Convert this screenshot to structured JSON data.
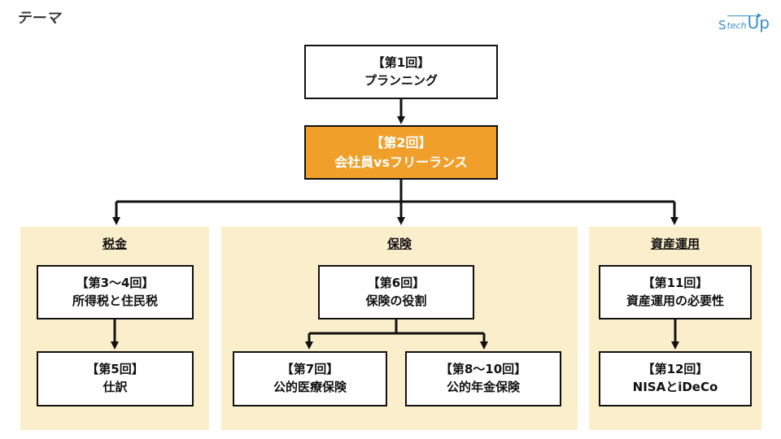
{
  "header": {
    "title": "テーマ",
    "logo": {
      "s": "S",
      "mid": "tech",
      "up": "Up"
    }
  },
  "sessions": {
    "s1": {
      "num": "【第1回】",
      "label": "プランニング"
    },
    "s2": {
      "num": "【第2回】",
      "label": "会社員vsフリーランス"
    },
    "s34": {
      "num": "【第3～4回】",
      "label": "所得税と住民税"
    },
    "s5": {
      "num": "【第5回】",
      "label": "仕訳"
    },
    "s6": {
      "num": "【第6回】",
      "label": "保険の役割"
    },
    "s7": {
      "num": "【第7回】",
      "label": "公的医療保険"
    },
    "s810": {
      "num": "【第8～10回】",
      "label": "公的年金保険"
    },
    "s11": {
      "num": "【第11回】",
      "label": "資産運用の必要性"
    },
    "s12": {
      "num": "【第12回】",
      "label": "NISAとiDeCo"
    }
  },
  "sections": {
    "tax": "税金",
    "insurance": "保険",
    "investment": "資産運用"
  },
  "colors": {
    "accent": "#ef9f2a",
    "panel": "#fbeecb"
  }
}
